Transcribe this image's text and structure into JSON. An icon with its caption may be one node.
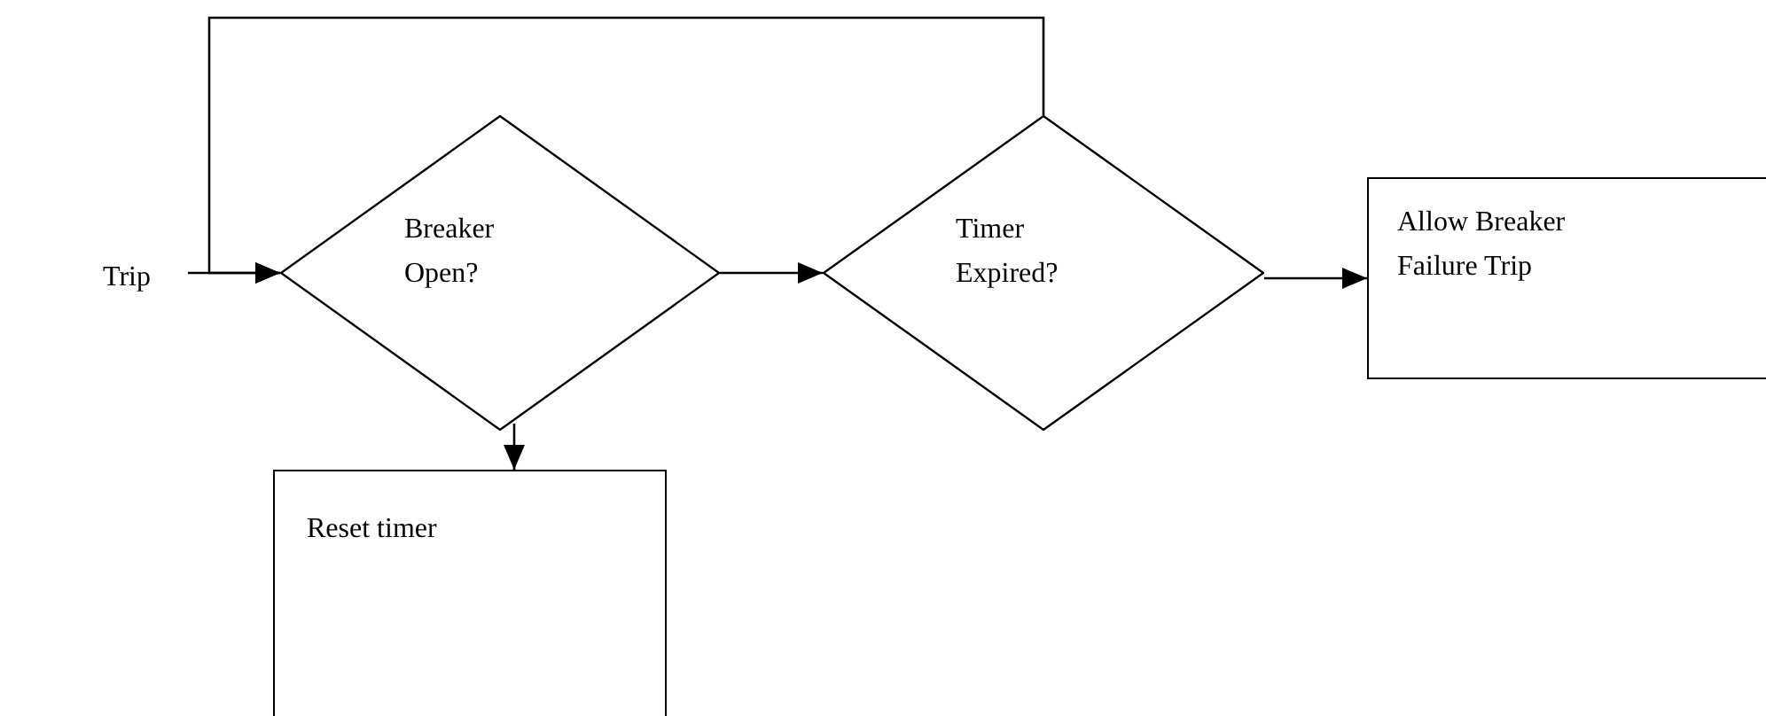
{
  "diagram": {
    "nodes": [
      {
        "text": [
          "Trip"
        ]
      },
      {
        "text": [
          "Breaker Open?"
        ]
      },
      {
        "text": [
          "Timer Expired?"
        ]
      },
      {
        "text": [
          "Allow Breaker Failure Trip"
        ]
      },
      {
        "text": [
          "Reset timer"
        ]
      }
    ],
    "edges": [
      {
        "from": 0,
        "to": 1,
        "arrow": "to"
      },
      {
        "from": 1,
        "to": 2,
        "arrow": "to"
      },
      {
        "from": 2,
        "to": 3,
        "arrow": "to"
      },
      {
        "from": 1,
        "to": 4,
        "arrow": "to"
      },
      {
        "from": 2,
        "to": 1,
        "arrow": "to"
      }
    ]
  }
}
